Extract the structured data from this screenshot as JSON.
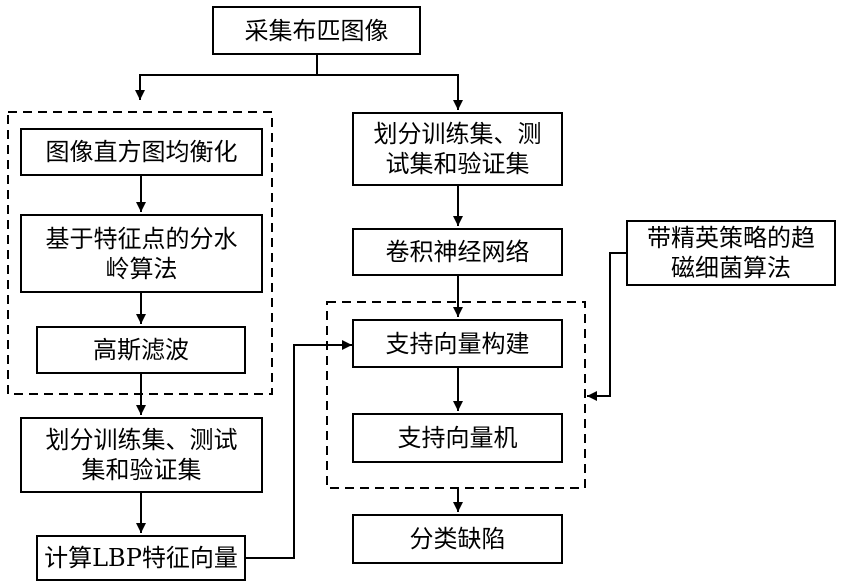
{
  "nodes": {
    "collect": "采集布匹图像",
    "hist_eq": "图像直方图均衡化",
    "watershed": "基于特征点的分水\n岭算法",
    "gauss": "高斯滤波",
    "split_left": "划分训练集、测试\n集和验证集",
    "lbp": "计算LBP特征向量",
    "split_right": "划分训练集、测\n试集和验证集",
    "cnn": "卷积神经网络",
    "svm_build": "支持向量构建",
    "svm": "支持向量机",
    "classify": "分类缺陷",
    "bfo": "带精英策略的趋\n磁细菌算法"
  }
}
